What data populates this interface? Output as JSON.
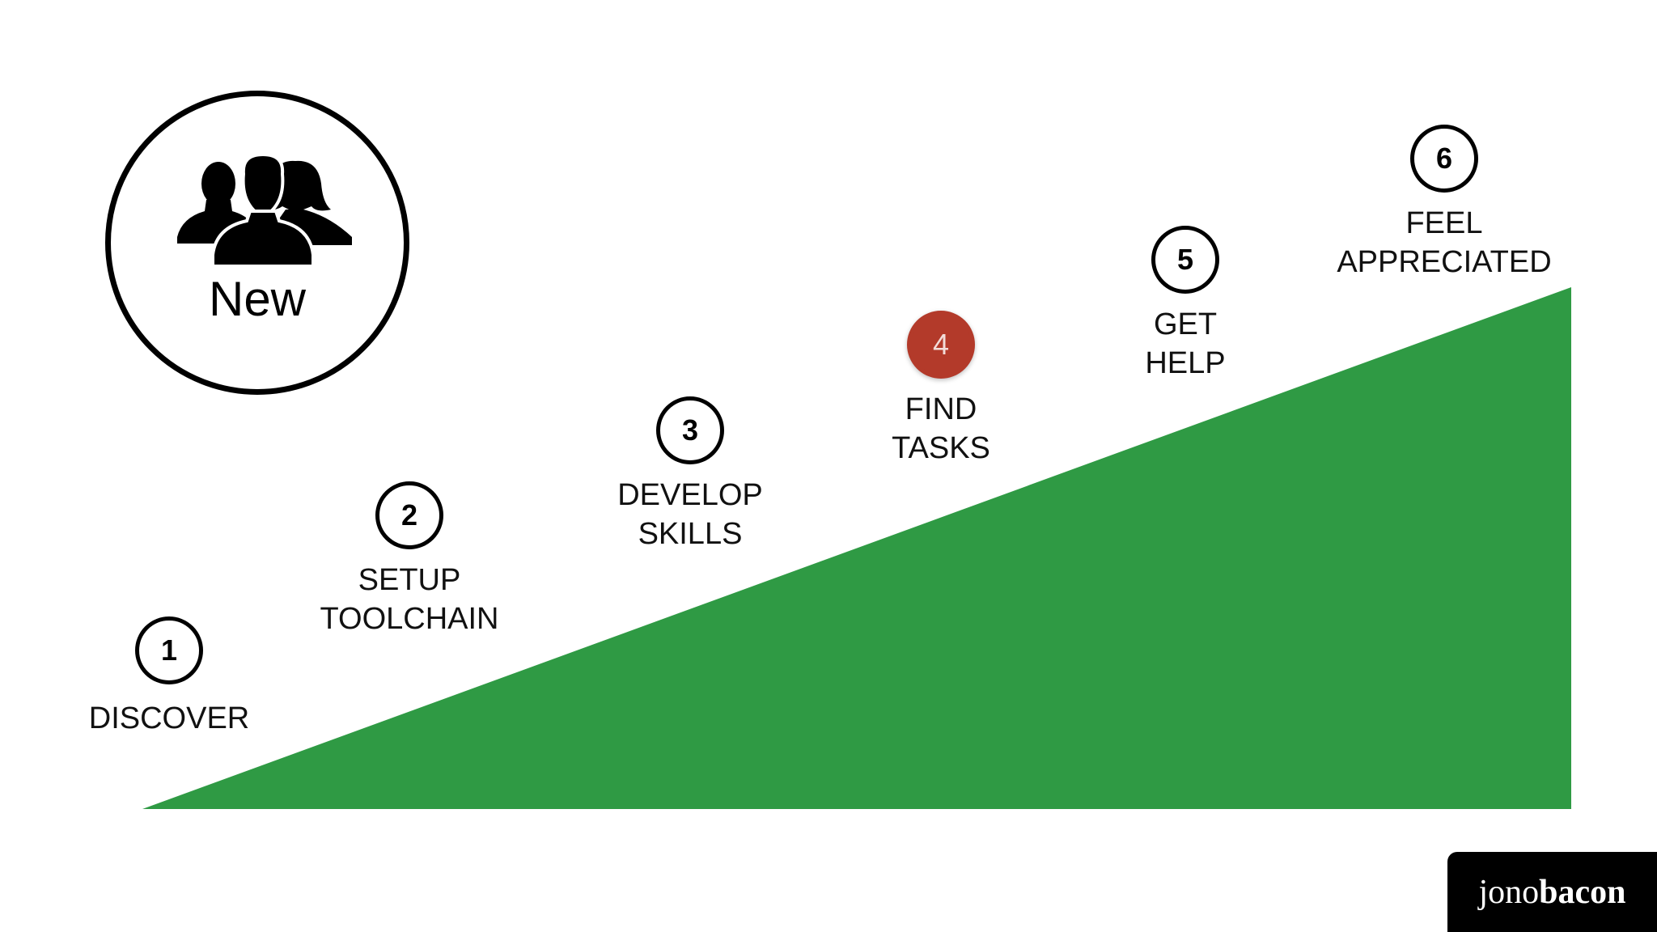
{
  "badge": {
    "label": "New",
    "icon": "group-of-people-icon"
  },
  "steps": [
    {
      "number": "1",
      "label": "DISCOVER",
      "active": false
    },
    {
      "number": "2",
      "label": "SETUP\nTOOLCHAIN",
      "active": false
    },
    {
      "number": "3",
      "label": "DEVELOP\nSKILLS",
      "active": false
    },
    {
      "number": "4",
      "label": "FIND\nTASKS",
      "active": true
    },
    {
      "number": "5",
      "label": "GET\nHELP",
      "active": false
    },
    {
      "number": "6",
      "label": "FEEL\nAPPRECIATED",
      "active": false
    }
  ],
  "brand": {
    "part1": "jono",
    "part2": "bacon"
  },
  "colors": {
    "ramp": "#2f9a44",
    "active_step": "#b33a2a"
  }
}
